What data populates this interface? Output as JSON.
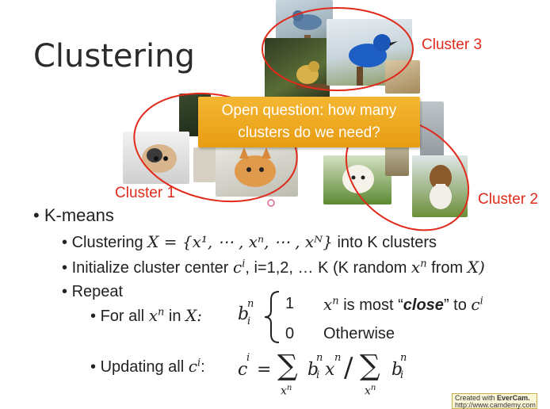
{
  "slide": {
    "title": "Clustering",
    "callout": {
      "line1": "Open question: how many",
      "line2": "clusters do we need?"
    },
    "clusters": [
      {
        "label": "Cluster 1",
        "color": "#e02a1b"
      },
      {
        "label": "Cluster 2",
        "color": "#e02a1b"
      },
      {
        "label": "Cluster 3",
        "color": "#e02a1b"
      }
    ],
    "bullets": {
      "kmeans": "K-means",
      "clustering_prefix": "Clustering",
      "clustering_set": "X = {x¹, ⋯ , xⁿ, ⋯ , xᴺ}",
      "clustering_suffix": "into K clusters",
      "init_prefix": "Initialize cluster center",
      "init_var": "c",
      "init_sup": "i",
      "init_suffix": ", i=1,2, … K (K random",
      "init_x": "x",
      "init_x_sup": "n",
      "init_from": "from",
      "init_X": "X)",
      "repeat": "Repeat",
      "forall_prefix": "For all",
      "forall_x": "x",
      "forall_sup": "n",
      "forall_in": "in",
      "forall_X": "X:",
      "b_var": "b",
      "b_sub": "i",
      "b_sup": "n",
      "case1_val": "1",
      "case1_x": "x",
      "case1_x_sup": "n",
      "case1_text": "is most “",
      "case1_close": "close",
      "case1_to": "” to",
      "case1_c": "c",
      "case1_c_sup": "i",
      "case0_val": "0",
      "case0_text": "Otherwise",
      "update_prefix": "Updating all",
      "update_c": "c",
      "update_c_sup": "i",
      "update_colon": ":"
    },
    "formula": {
      "lhs": "c",
      "lhs_sup": "i",
      "eq": "=",
      "num_b": "b",
      "num_b_sub": "i",
      "num_b_sup": "n",
      "num_x": "x",
      "num_x_sup": "n",
      "sum_index": "x",
      "sum_index_sup": "n",
      "den_b": "b",
      "den_b_sub": "i",
      "den_b_sup": "n"
    },
    "badge": {
      "line1": "Created with",
      "brand": "EverCam.",
      "line2": "http://www.camdemy.com"
    }
  }
}
